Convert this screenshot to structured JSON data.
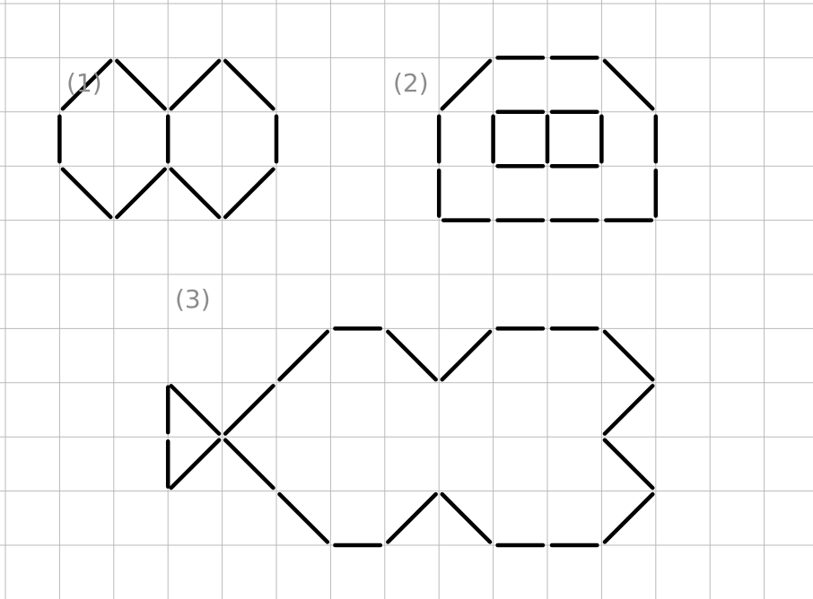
{
  "labels": {
    "fig1": "(1)",
    "fig2": "(2)",
    "fig3": "(3)"
  },
  "colors": {
    "grid": "#b9b9b9",
    "stick": "#000000",
    "label": "#8c8c8c"
  },
  "figures": [
    {
      "name": "figure-1",
      "sticks": [
        [
          [
            2,
            1
          ],
          [
            3,
            2
          ]
        ],
        [
          [
            3,
            2
          ],
          [
            4,
            1
          ]
        ],
        [
          [
            4,
            1
          ],
          [
            5,
            2
          ]
        ],
        [
          [
            2,
            1
          ],
          [
            1,
            2
          ]
        ],
        [
          [
            1,
            2
          ],
          [
            1,
            3
          ]
        ],
        [
          [
            1,
            3
          ],
          [
            2,
            4
          ]
        ],
        [
          [
            3,
            2
          ],
          [
            3,
            3
          ]
        ],
        [
          [
            3,
            3
          ],
          [
            2,
            4
          ]
        ],
        [
          [
            3,
            3
          ],
          [
            4,
            4
          ]
        ],
        [
          [
            5,
            2
          ],
          [
            5,
            3
          ]
        ],
        [
          [
            5,
            3
          ],
          [
            4,
            4
          ]
        ]
      ]
    },
    {
      "name": "figure-2",
      "sticks": [
        [
          [
            8,
            2
          ],
          [
            9,
            1
          ]
        ],
        [
          [
            9,
            1
          ],
          [
            10,
            1
          ]
        ],
        [
          [
            10,
            1
          ],
          [
            11,
            1
          ]
        ],
        [
          [
            11,
            1
          ],
          [
            12,
            2
          ]
        ],
        [
          [
            8,
            2
          ],
          [
            8,
            3
          ]
        ],
        [
          [
            8,
            3
          ],
          [
            8,
            4
          ]
        ],
        [
          [
            12,
            2
          ],
          [
            12,
            3
          ]
        ],
        [
          [
            12,
            3
          ],
          [
            12,
            4
          ]
        ],
        [
          [
            8,
            4
          ],
          [
            9,
            4
          ]
        ],
        [
          [
            9,
            4
          ],
          [
            10,
            4
          ]
        ],
        [
          [
            10,
            4
          ],
          [
            11,
            4
          ]
        ],
        [
          [
            11,
            4
          ],
          [
            12,
            4
          ]
        ],
        [
          [
            9,
            2
          ],
          [
            10,
            2
          ]
        ],
        [
          [
            10,
            2
          ],
          [
            11,
            2
          ]
        ],
        [
          [
            9,
            3
          ],
          [
            10,
            3
          ]
        ],
        [
          [
            10,
            3
          ],
          [
            11,
            3
          ]
        ],
        [
          [
            9,
            2
          ],
          [
            9,
            3
          ]
        ],
        [
          [
            10,
            2
          ],
          [
            10,
            3
          ]
        ],
        [
          [
            11,
            2
          ],
          [
            11,
            3
          ]
        ]
      ]
    },
    {
      "name": "figure-3",
      "sticks": [
        [
          [
            3,
            7
          ],
          [
            3,
            8
          ]
        ],
        [
          [
            3,
            8
          ],
          [
            3,
            9
          ]
        ],
        [
          [
            3,
            7
          ],
          [
            4,
            8
          ]
        ],
        [
          [
            4,
            8
          ],
          [
            3,
            9
          ]
        ],
        [
          [
            4,
            8
          ],
          [
            5,
            7
          ]
        ],
        [
          [
            5,
            7
          ],
          [
            6,
            6
          ]
        ],
        [
          [
            6,
            6
          ],
          [
            7,
            6
          ]
        ],
        [
          [
            7,
            6
          ],
          [
            8,
            7
          ]
        ],
        [
          [
            8,
            7
          ],
          [
            9,
            6
          ]
        ],
        [
          [
            9,
            6
          ],
          [
            10,
            6
          ]
        ],
        [
          [
            10,
            6
          ],
          [
            11,
            6
          ]
        ],
        [
          [
            11,
            6
          ],
          [
            12,
            7
          ]
        ],
        [
          [
            12,
            7
          ],
          [
            11,
            8
          ]
        ],
        [
          [
            11,
            8
          ],
          [
            12,
            9
          ]
        ],
        [
          [
            12,
            9
          ],
          [
            11,
            10
          ]
        ],
        [
          [
            11,
            10
          ],
          [
            10,
            10
          ]
        ],
        [
          [
            10,
            10
          ],
          [
            9,
            10
          ]
        ],
        [
          [
            9,
            10
          ],
          [
            8,
            9
          ]
        ],
        [
          [
            8,
            9
          ],
          [
            7,
            10
          ]
        ],
        [
          [
            7,
            10
          ],
          [
            6,
            10
          ]
        ],
        [
          [
            6,
            10
          ],
          [
            5,
            9
          ]
        ],
        [
          [
            5,
            9
          ],
          [
            4,
            8
          ]
        ]
      ]
    }
  ]
}
